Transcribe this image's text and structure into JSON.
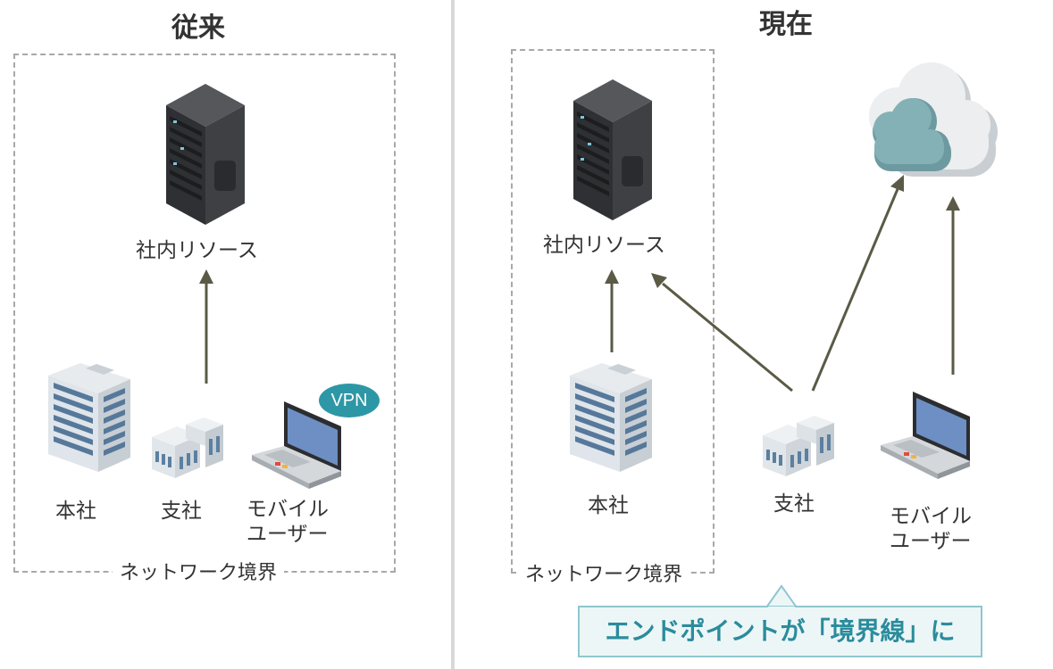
{
  "left": {
    "title": "従来",
    "resource_label": "社内リソース",
    "hq_label": "本社",
    "branch_label": "支社",
    "mobile_label_line1": "モバイル",
    "mobile_label_line2": "ユーザー",
    "vpn_badge": "VPN",
    "boundary_label": "ネットワーク境界"
  },
  "right": {
    "title": "現在",
    "resource_label": "社内リソース",
    "hq_label": "本社",
    "branch_label": "支社",
    "mobile_label_line1": "モバイル",
    "mobile_label_line2": "ユーザー",
    "boundary_label": "ネットワーク境界",
    "callout": "エンドポイントが「境界線」に"
  },
  "colors": {
    "arrow": "#5a5a46",
    "boundary": "#a8a8a8",
    "accent": "#2d97a6",
    "callout_bg": "#edf6f7",
    "server": "#3c3d40",
    "cloud_teal": "#7fabb0"
  },
  "icons": [
    "server-icon",
    "office-tower-icon",
    "branch-building-icon",
    "laptop-icon",
    "cloud-icon"
  ]
}
